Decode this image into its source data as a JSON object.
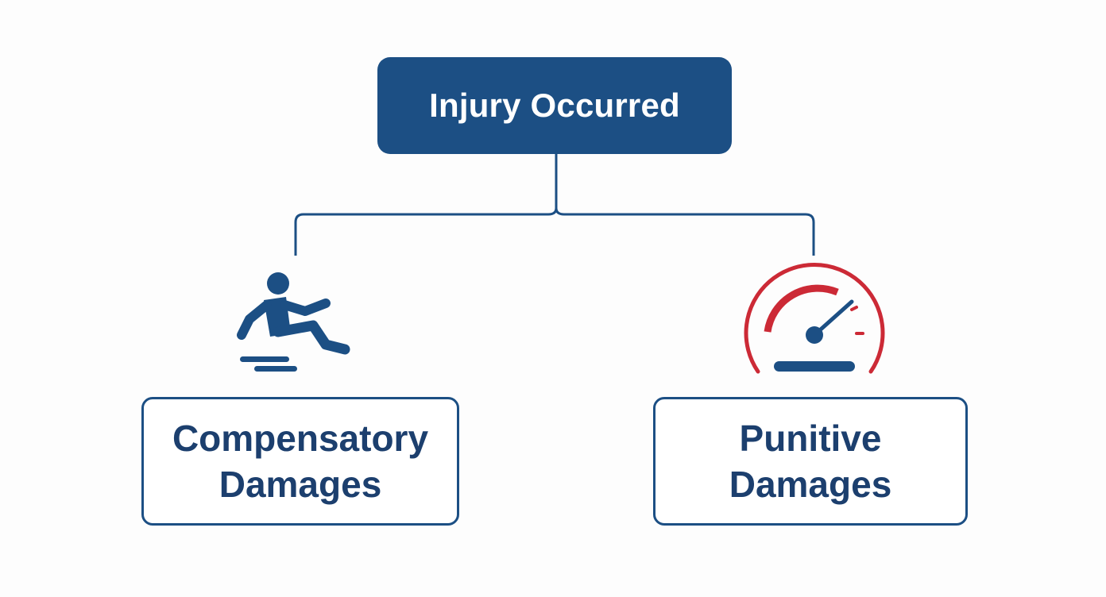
{
  "diagram": {
    "root": {
      "label": "Injury Occurred"
    },
    "branches": [
      {
        "icon": "person-falling-icon",
        "label_lines": [
          "Compensatory",
          "Damages"
        ]
      },
      {
        "icon": "speedometer-gauge-icon",
        "label_lines": [
          "Punitive",
          "Damages"
        ]
      }
    ]
  },
  "colors": {
    "primary_navy": "#1c4f84",
    "text_navy": "#1c3f6e",
    "accent_red": "#cc2a36",
    "connector": "#1c4f84"
  }
}
